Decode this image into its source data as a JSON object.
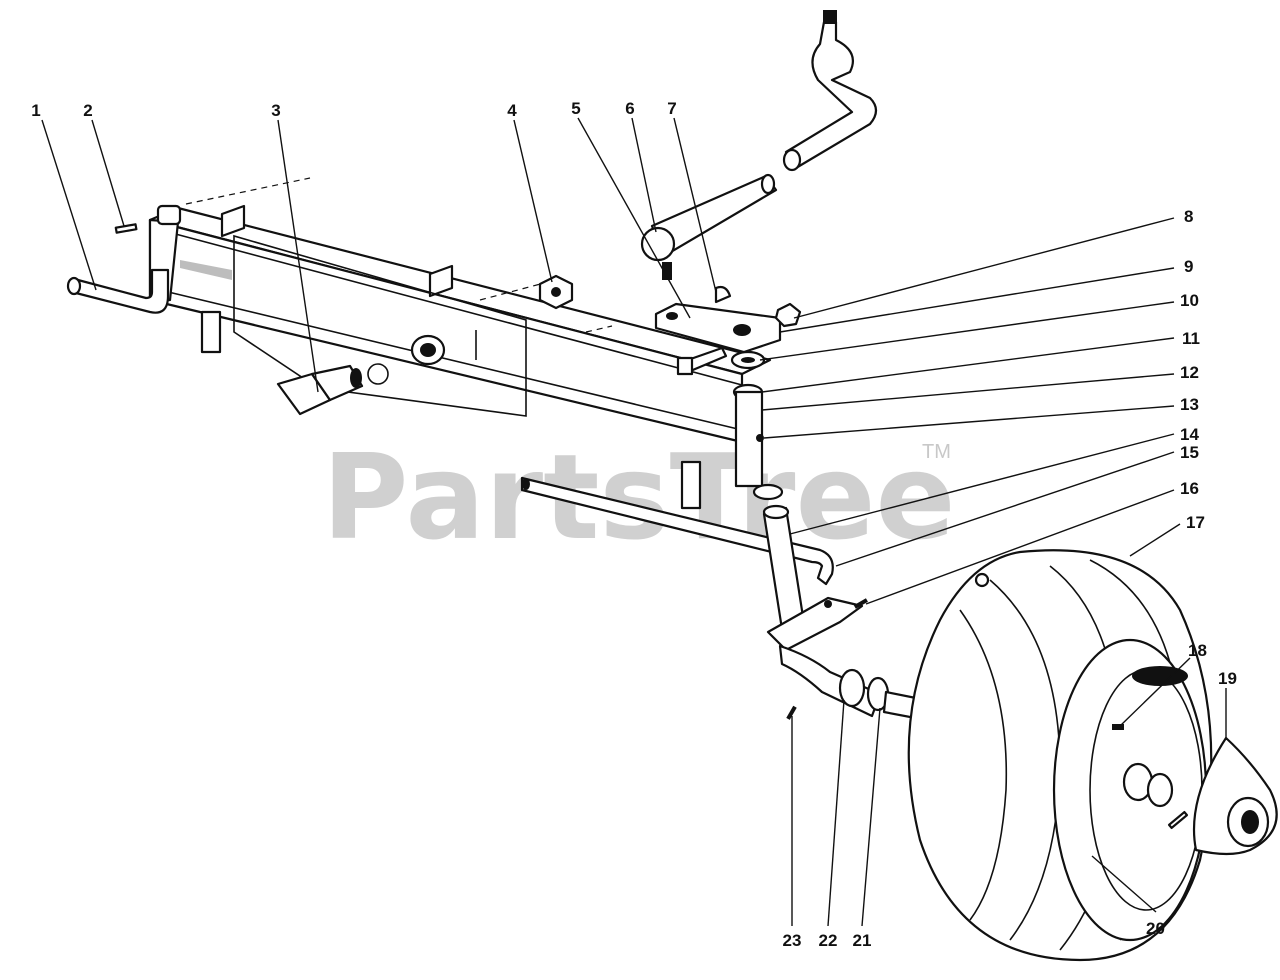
{
  "watermark": {
    "text": "PartsTree",
    "trademark": "TM"
  },
  "callouts": [
    "1",
    "2",
    "3",
    "4",
    "5",
    "6",
    "7",
    "8",
    "9",
    "10",
    "11",
    "12",
    "13",
    "14",
    "15",
    "16",
    "17",
    "18",
    "19",
    "20",
    "21",
    "22",
    "23"
  ]
}
